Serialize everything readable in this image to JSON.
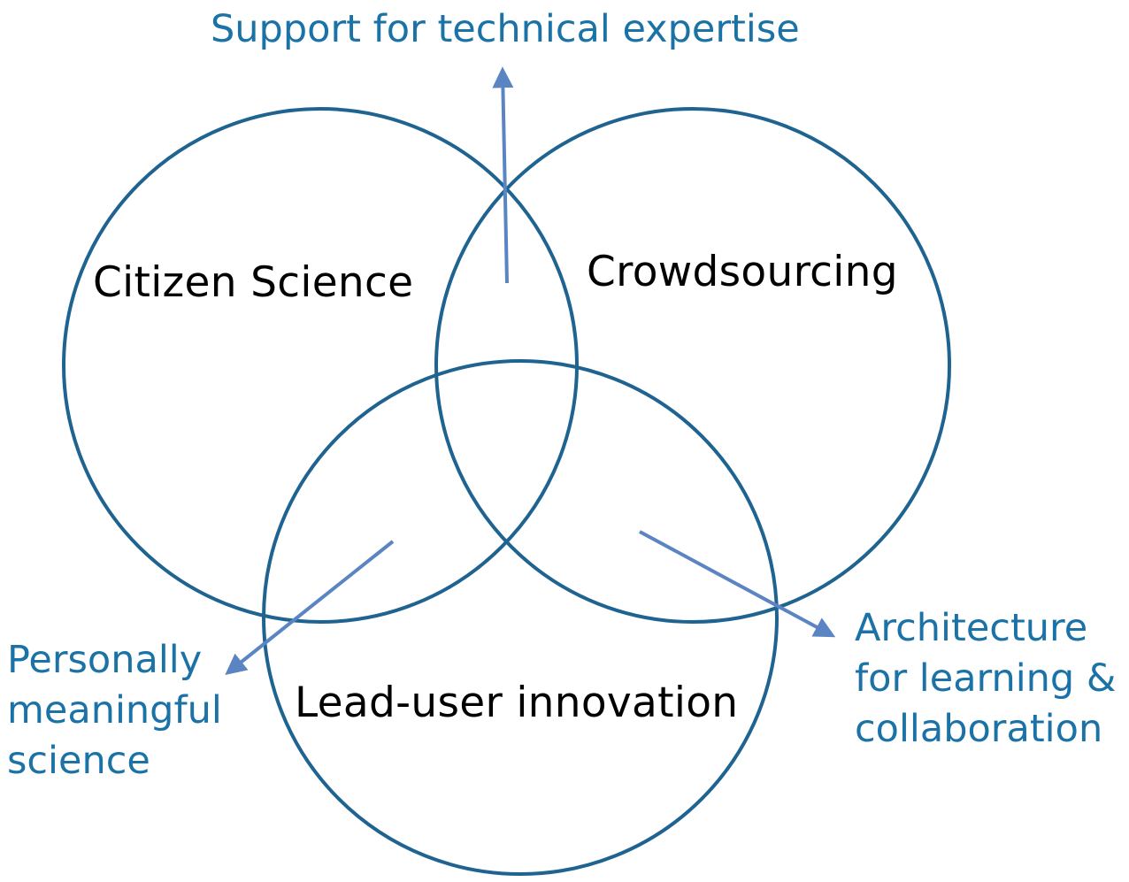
{
  "colors": {
    "circle_stroke": "#1f6391",
    "arrow": "#5b85c2",
    "callout_text": "#1a72a6",
    "set_text": "#000000",
    "background": "#ffffff"
  },
  "sets": {
    "citizen_science": "Citizen Science",
    "crowdsourcing": "Crowdsourcing",
    "lead_user_innovation": "Lead-user innovation"
  },
  "callouts": {
    "technical_support": "Support for technical expertise",
    "personal": [
      "Personally",
      "meaningful",
      "science"
    ],
    "architecture": [
      "Architecture",
      "for learning &",
      "collaboration"
    ]
  }
}
